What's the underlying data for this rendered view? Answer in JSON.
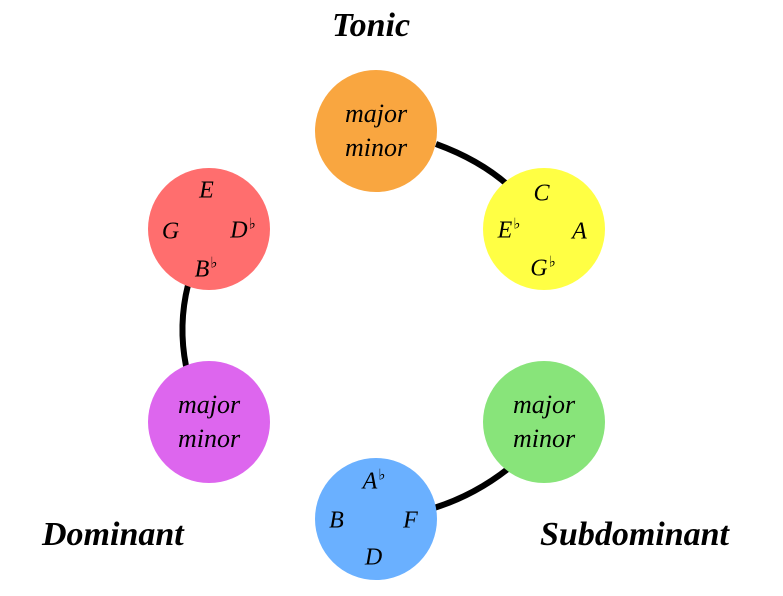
{
  "labels": {
    "tonic": "Tonic",
    "dominant": "Dominant",
    "subdominant": "Subdominant"
  },
  "function_circles": {
    "tonic": {
      "line1": "major",
      "line2": "minor",
      "color": "#F9A640"
    },
    "dominant": {
      "line1": "major",
      "line2": "minor",
      "color": "#DD66EE"
    },
    "subdominant": {
      "line1": "major",
      "line2": "minor",
      "color": "#88E47A"
    }
  },
  "note_circles": {
    "yellow": {
      "color": "#FFFF44",
      "notes": {
        "top": {
          "letter": "C",
          "accidental": ""
        },
        "left": {
          "letter": "E",
          "accidental": "♭"
        },
        "right": {
          "letter": "A",
          "accidental": ""
        },
        "bottom": {
          "letter": "G",
          "accidental": "♭"
        }
      }
    },
    "red": {
      "color": "#FF6E6E",
      "notes": {
        "top": {
          "letter": "E",
          "accidental": ""
        },
        "left": {
          "letter": "G",
          "accidental": ""
        },
        "right": {
          "letter": "D",
          "accidental": "♭"
        },
        "bottom": {
          "letter": "B",
          "accidental": "♭"
        }
      }
    },
    "blue": {
      "color": "#6AB0FF",
      "notes": {
        "top": {
          "letter": "A",
          "accidental": "♭"
        },
        "left": {
          "letter": "B",
          "accidental": ""
        },
        "right": {
          "letter": "F",
          "accidental": ""
        },
        "bottom": {
          "letter": "D",
          "accidental": ""
        }
      }
    }
  },
  "connector_color": "#000000"
}
